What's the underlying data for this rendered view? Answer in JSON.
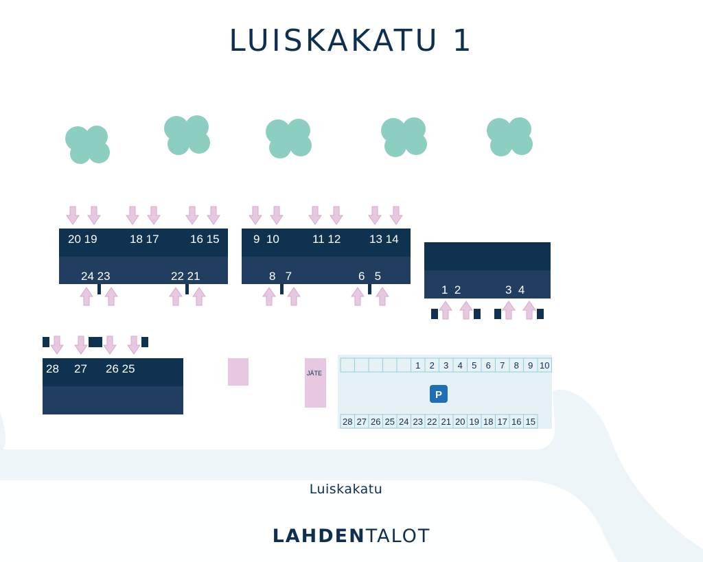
{
  "title": "LUISKAKATU 1",
  "street_name": "Luiskakatu",
  "logo": {
    "bold_part": "LAHDEN",
    "regular_part": "TALOT"
  },
  "dumpster_label": "JÄTE",
  "parking_label": "P",
  "colors": {
    "building_top": "#0e3250",
    "building_bottom": "#213e60",
    "tree": "#8ccfc0",
    "arrow": "#e6c8e0",
    "arrow_stroke": "#d6a9cc",
    "parking_fill": "#e6f1f6",
    "parking_line": "#8fcfdb",
    "road": "#eef5f9",
    "badge": "#1e6fb5",
    "text_dark": "#0e2f4f"
  },
  "buildings": [
    {
      "id": "building-a",
      "top_units": [
        "20 19",
        "18 17",
        "16 15"
      ],
      "bottom_units": [
        "24 23",
        "22 21"
      ]
    },
    {
      "id": "building-b",
      "top_units": [
        "9  10",
        "11 12",
        "13 14"
      ],
      "bottom_units": [
        "8   7",
        "6   5"
      ]
    },
    {
      "id": "building-c",
      "top_units": [],
      "bottom_units": [
        "1  2",
        "3  4"
      ]
    },
    {
      "id": "building-d",
      "top_units": [
        "28",
        "27",
        "26 25"
      ],
      "bottom_units": []
    }
  ],
  "parking": {
    "top_row": [
      "",
      "",
      "",
      "",
      "",
      "1",
      "2",
      "3",
      "4",
      "5",
      "6",
      "7",
      "8",
      "9",
      "10"
    ],
    "bottom_row": [
      "28",
      "27",
      "26",
      "25",
      "24",
      "23",
      "22",
      "21",
      "20",
      "19",
      "18",
      "17",
      "16",
      "15"
    ]
  }
}
